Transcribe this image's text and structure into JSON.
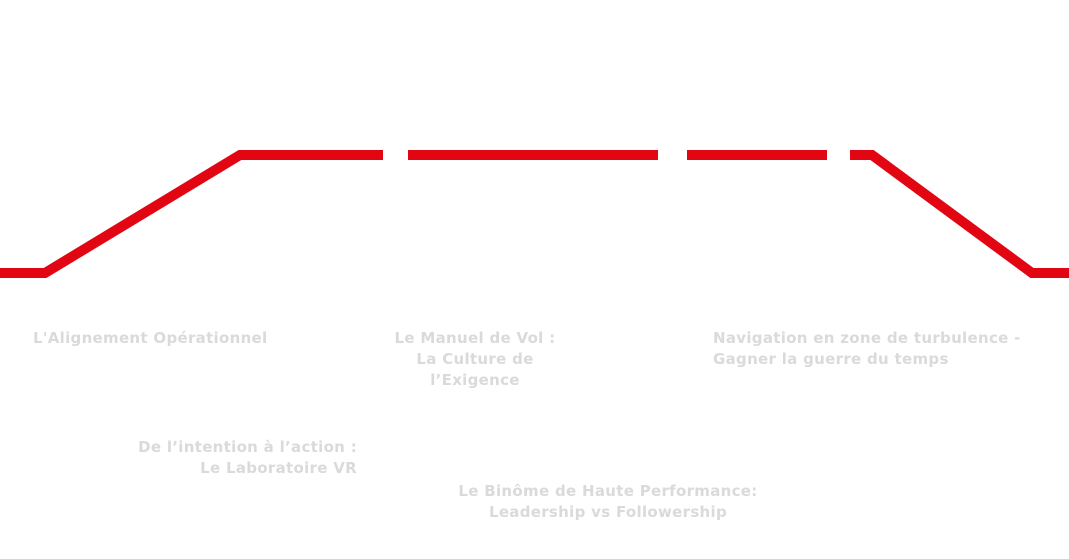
{
  "diagram": {
    "description": "Flight-path shaped program timeline: takeoff, climb, dashed cruise, descent, landing",
    "colors": {
      "path_red": "#e20613",
      "label_gray": "#dadada",
      "background": "#ffffff"
    },
    "path_segments": [
      "takeoff-roll-and-climb-and-cruise-1",
      "cruise-2",
      "cruise-3",
      "cruise-4-descent-landing-roll"
    ],
    "labels": {
      "phase1": {
        "line1": "L'Alignement Opérationnel"
      },
      "phase2": {
        "line1": "De l’intention à l’action :",
        "line2": "Le Laboratoire VR"
      },
      "phase3": {
        "line1": "Le Manuel de Vol :",
        "line2": "La Culture de",
        "line3": "l’Exigence"
      },
      "phase4": {
        "line1": "Le Binôme de Haute Performance:",
        "line2": "Leadership vs Followership"
      },
      "phase5": {
        "line1": "Navigation en zone de turbulence -",
        "line2": "Gagner la guerre du temps"
      }
    }
  }
}
